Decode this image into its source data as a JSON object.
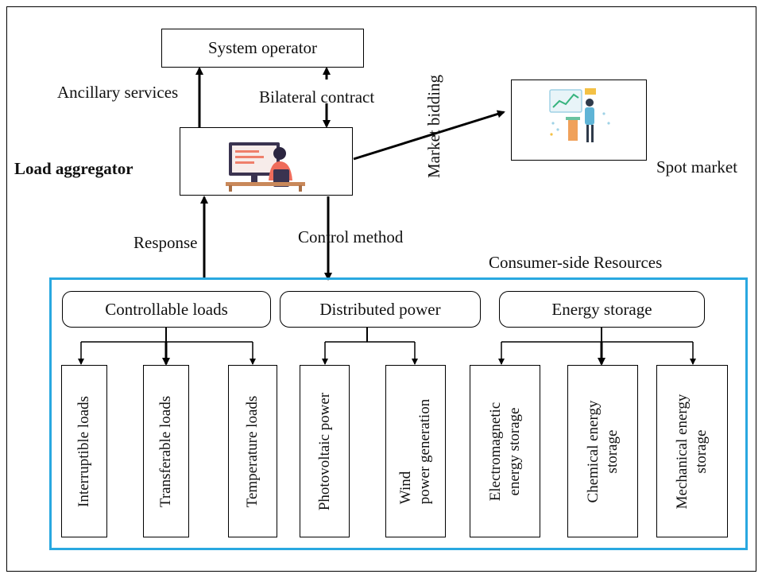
{
  "system_operator": {
    "label": "System operator"
  },
  "edges": {
    "ancillary_services": "Ancillary services",
    "bilateral_contract": "Bilateral contract",
    "market_bidding": "Market bidding",
    "response": "Response",
    "control_method": "Control method"
  },
  "load_aggregator": {
    "label": "Load aggregator"
  },
  "spot_market": {
    "label": "Spot market"
  },
  "consumer_side": {
    "title": "Consumer-side Resources",
    "groups": [
      {
        "label": "Controllable loads",
        "items": [
          [
            "Interruptible loads"
          ],
          [
            "Transferable loads"
          ],
          [
            "Temperature loads"
          ]
        ]
      },
      {
        "label": "Distributed power",
        "items": [
          [
            "Photovoltaic power"
          ],
          [
            "Wind",
            "power generation"
          ]
        ]
      },
      {
        "label": "Energy storage",
        "items": [
          [
            "Electromagnetic",
            "energy storage"
          ],
          [
            "Chemical energy",
            "storage"
          ],
          [
            "Mechanical energy",
            "storage"
          ]
        ]
      }
    ]
  },
  "colors": {
    "panel_border": "#29a8e0",
    "line": "#000000"
  },
  "icons": {
    "aggregator": "person-at-computer-icon",
    "spot_market": "presenter-at-board-icon"
  }
}
